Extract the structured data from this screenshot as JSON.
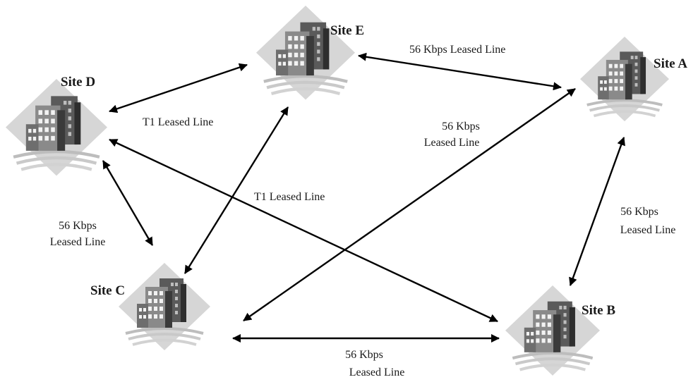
{
  "sites": [
    {
      "id": "site-e",
      "label": "Site E",
      "icon": "office-building-icon"
    },
    {
      "id": "site-a",
      "label": "Site A",
      "icon": "office-building-icon"
    },
    {
      "id": "site-d",
      "label": "Site D",
      "icon": "office-building-icon"
    },
    {
      "id": "site-c",
      "label": "Site C",
      "icon": "office-building-icon"
    },
    {
      "id": "site-b",
      "label": "Site B",
      "icon": "office-building-icon"
    }
  ],
  "links": [
    {
      "id": "e-a",
      "from": "Site E",
      "to": "Site A",
      "label_lines": [
        "56 Kbps Leased Line"
      ]
    },
    {
      "id": "d-e",
      "from": "Site D",
      "to": "Site E",
      "label_lines": [
        "T1 Leased Line"
      ]
    },
    {
      "id": "d-b",
      "from": "Site D",
      "to": "Site B",
      "label_lines": [
        "T1 Leased Line"
      ]
    },
    {
      "id": "c-a",
      "from": "Site C",
      "to": "Site A",
      "label_lines": [
        "56 Kbps",
        "Leased Line"
      ]
    },
    {
      "id": "a-b",
      "from": "Site A",
      "to": "Site B",
      "label_lines": [
        "56 Kbps",
        "Leased Line"
      ]
    },
    {
      "id": "d-c",
      "from": "Site D",
      "to": "Site C",
      "label_lines": [
        "56 Kbps",
        "Leased Line"
      ]
    },
    {
      "id": "c-b",
      "from": "Site C",
      "to": "Site B",
      "label_lines": [
        "56 Kbps",
        "Leased Line"
      ]
    },
    {
      "id": "e-c",
      "from": "Site E",
      "to": "Site C",
      "label_lines": []
    }
  ],
  "colors": {
    "line": "#000000",
    "diamond": "#d4d4d4",
    "building_dark": "#3a3a3a",
    "building_mid": "#777777"
  }
}
